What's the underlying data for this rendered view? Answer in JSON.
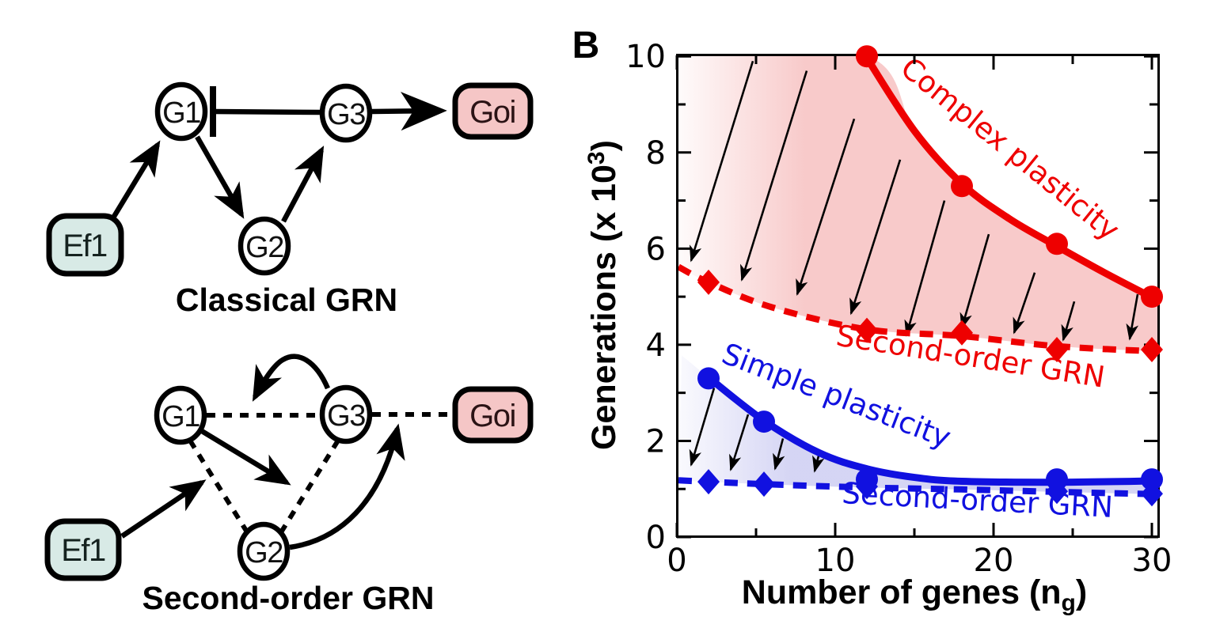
{
  "panel_label": "B",
  "colors": {
    "red": "#ee0000",
    "blue": "#1111e0",
    "black": "#000000",
    "ef1_fill": "#d8eae6",
    "ef1_text": "#15221f",
    "goi_fill": "#f5c6c6",
    "goi_text": "#2b1315",
    "node_fill": "#ffffff",
    "red_region": "#e85050",
    "blue_region": "#6868d8"
  },
  "diagrams": {
    "classical": {
      "title": "Classical GRN",
      "nodes": {
        "ef1": "Ef1",
        "g1": "G1",
        "g2": "G2",
        "g3": "G3",
        "goi": "Goi"
      },
      "edges": [
        {
          "from": "Ef1",
          "to": "G1",
          "type": "activation"
        },
        {
          "from": "G3",
          "to": "G1",
          "type": "inhibition"
        },
        {
          "from": "G1",
          "to": "G2",
          "type": "activation"
        },
        {
          "from": "G2",
          "to": "G3",
          "type": "activation"
        },
        {
          "from": "G3",
          "to": "Goi",
          "type": "activation"
        }
      ]
    },
    "second_order": {
      "title": "Second-order GRN",
      "nodes": {
        "ef1": "Ef1",
        "g1": "G1",
        "g2": "G2",
        "g3": "G3",
        "goi": "Goi"
      },
      "edges": [
        {
          "between": [
            "G1",
            "G3"
          ],
          "type": "interaction-dashed"
        },
        {
          "between": [
            "G3",
            "Goi"
          ],
          "type": "interaction-dashed"
        },
        {
          "between": [
            "G1",
            "G2"
          ],
          "type": "interaction-dashed"
        },
        {
          "between": [
            "G3",
            "G2"
          ],
          "type": "interaction-dashed"
        },
        {
          "from": "Ef1",
          "to": "G1-G2 interaction",
          "type": "second-order-activation"
        },
        {
          "from": "G1",
          "to": "G3-G2 interaction",
          "type": "second-order-activation"
        },
        {
          "from": "G3",
          "to": "G1-G3 interaction",
          "type": "second-order-activation"
        },
        {
          "from": "G2",
          "to": "G3-Goi interaction",
          "type": "second-order-activation"
        }
      ]
    }
  },
  "chart_data": {
    "type": "line",
    "panel": "B",
    "xlabel": "Number of genes (ng)",
    "ylabel": "Generations (x 10³)",
    "xlabel_parts": {
      "pre": "Number of genes (n",
      "sub": "g",
      "post": ")"
    },
    "ylabel_parts": {
      "pre": "Generations (x 10",
      "sup": "3",
      "post": ")"
    },
    "xlim": [
      0,
      30.4
    ],
    "ylim": [
      0,
      10.02
    ],
    "xticks": [
      0,
      10,
      20,
      30
    ],
    "xminorticks": [
      5,
      15,
      25
    ],
    "yticks": [
      0,
      2,
      4,
      6,
      8,
      10
    ],
    "yminorticks": [
      1,
      3,
      5,
      7,
      9
    ],
    "grid": false,
    "legend_position": "labels-on-curves",
    "series": [
      {
        "name": "Complex plasticity",
        "color": "red",
        "line": "solid",
        "marker": "circle",
        "points": [
          [
            12,
            10
          ],
          [
            18,
            7.3
          ],
          [
            24,
            6.1
          ],
          [
            30,
            5.0
          ]
        ],
        "curve": [
          [
            11.9,
            10.02
          ],
          [
            15,
            8.45
          ],
          [
            18,
            7.35
          ],
          [
            21,
            6.62
          ],
          [
            24,
            6.05
          ],
          [
            27,
            5.5
          ],
          [
            30.4,
            4.92
          ]
        ],
        "label": {
          "text": "Complex plasticity",
          "x": 20.65,
          "y": 7.91,
          "angle": 39
        }
      },
      {
        "name": "Second-order GRN (complex)",
        "color": "red",
        "line": "dashed",
        "marker": "diamond",
        "points": [
          [
            2,
            5.3
          ],
          [
            12,
            4.3
          ],
          [
            18,
            4.25
          ],
          [
            24,
            3.9
          ],
          [
            30,
            3.9
          ]
        ],
        "curve": [
          [
            0.1,
            5.62
          ],
          [
            2,
            5.3
          ],
          [
            6,
            4.78
          ],
          [
            12,
            4.32
          ],
          [
            18,
            4.18
          ],
          [
            24,
            3.97
          ],
          [
            30.4,
            3.86
          ]
        ],
        "label": {
          "text": "Second-order GRN",
          "x": 18.45,
          "y": 3.55,
          "angle": 9
        }
      },
      {
        "name": "Simple plasticity",
        "color": "blue",
        "line": "solid",
        "marker": "circle",
        "points": [
          [
            2,
            3.3
          ],
          [
            5.5,
            2.4
          ],
          [
            12,
            1.2
          ],
          [
            24,
            1.2
          ],
          [
            30,
            1.2
          ]
        ],
        "curve": [
          [
            2,
            3.32
          ],
          [
            5.5,
            2.42
          ],
          [
            9,
            1.75
          ],
          [
            12,
            1.42
          ],
          [
            15,
            1.24
          ],
          [
            18,
            1.16
          ],
          [
            24,
            1.14
          ],
          [
            30.4,
            1.17
          ]
        ],
        "label": {
          "text": "Simple plasticity",
          "x": 9.85,
          "y": 2.75,
          "angle": 21
        }
      },
      {
        "name": "Second-order GRN (simple)",
        "color": "blue",
        "line": "dashed",
        "marker": "diamond",
        "points": [
          [
            2,
            1.15
          ],
          [
            5.5,
            1.1
          ],
          [
            12,
            1.05
          ],
          [
            24,
            0.95
          ],
          [
            30,
            0.9
          ]
        ],
        "curve": [
          [
            0.1,
            1.18
          ],
          [
            2,
            1.15
          ],
          [
            5.5,
            1.1
          ],
          [
            12,
            1.03
          ],
          [
            18,
            0.99
          ],
          [
            24,
            0.94
          ],
          [
            30.4,
            0.89
          ]
        ],
        "label": {
          "text": "Second-order GRN",
          "x": 18.95,
          "y": 0.56,
          "angle": 3
        }
      }
    ],
    "regions": [
      {
        "upper": 0,
        "lower": 1,
        "color": "red",
        "fade_left": true,
        "upper_prepend": [
          [
            0.15,
            10.02
          ]
        ]
      },
      {
        "upper": 2,
        "lower": 3,
        "color": "blue",
        "fade_left": true,
        "upper_prepend": [
          [
            0.3,
            3.78
          ]
        ]
      }
    ],
    "trajectory_arrows": {
      "red": [
        [
          [
            4.8,
            9.9
          ],
          [
            0.9,
            5.75
          ]
        ],
        [
          [
            8.2,
            9.7
          ],
          [
            4.1,
            5.35
          ]
        ],
        [
          [
            11.2,
            8.7
          ],
          [
            7.6,
            5.05
          ]
        ],
        [
          [
            14.1,
            7.85
          ],
          [
            11.0,
            4.65
          ]
        ],
        [
          [
            16.9,
            7.0
          ],
          [
            14.5,
            4.2
          ]
        ],
        [
          [
            19.7,
            6.3
          ],
          [
            18.0,
            4.35
          ]
        ],
        [
          [
            22.6,
            5.5
          ],
          [
            21.3,
            4.25
          ]
        ],
        [
          [
            25.1,
            4.9
          ],
          [
            24.4,
            4.1
          ]
        ],
        [
          [
            29.1,
            5.05
          ],
          [
            28.6,
            4.12
          ]
        ]
      ],
      "blue": [
        [
          [
            2.35,
            3.1
          ],
          [
            0.9,
            1.5
          ]
        ],
        [
          [
            4.5,
            2.55
          ],
          [
            3.4,
            1.4
          ]
        ],
        [
          [
            6.7,
            2.05
          ],
          [
            6.2,
            1.42
          ]
        ],
        [
          [
            9.0,
            1.75
          ],
          [
            8.7,
            1.37
          ]
        ]
      ]
    }
  }
}
